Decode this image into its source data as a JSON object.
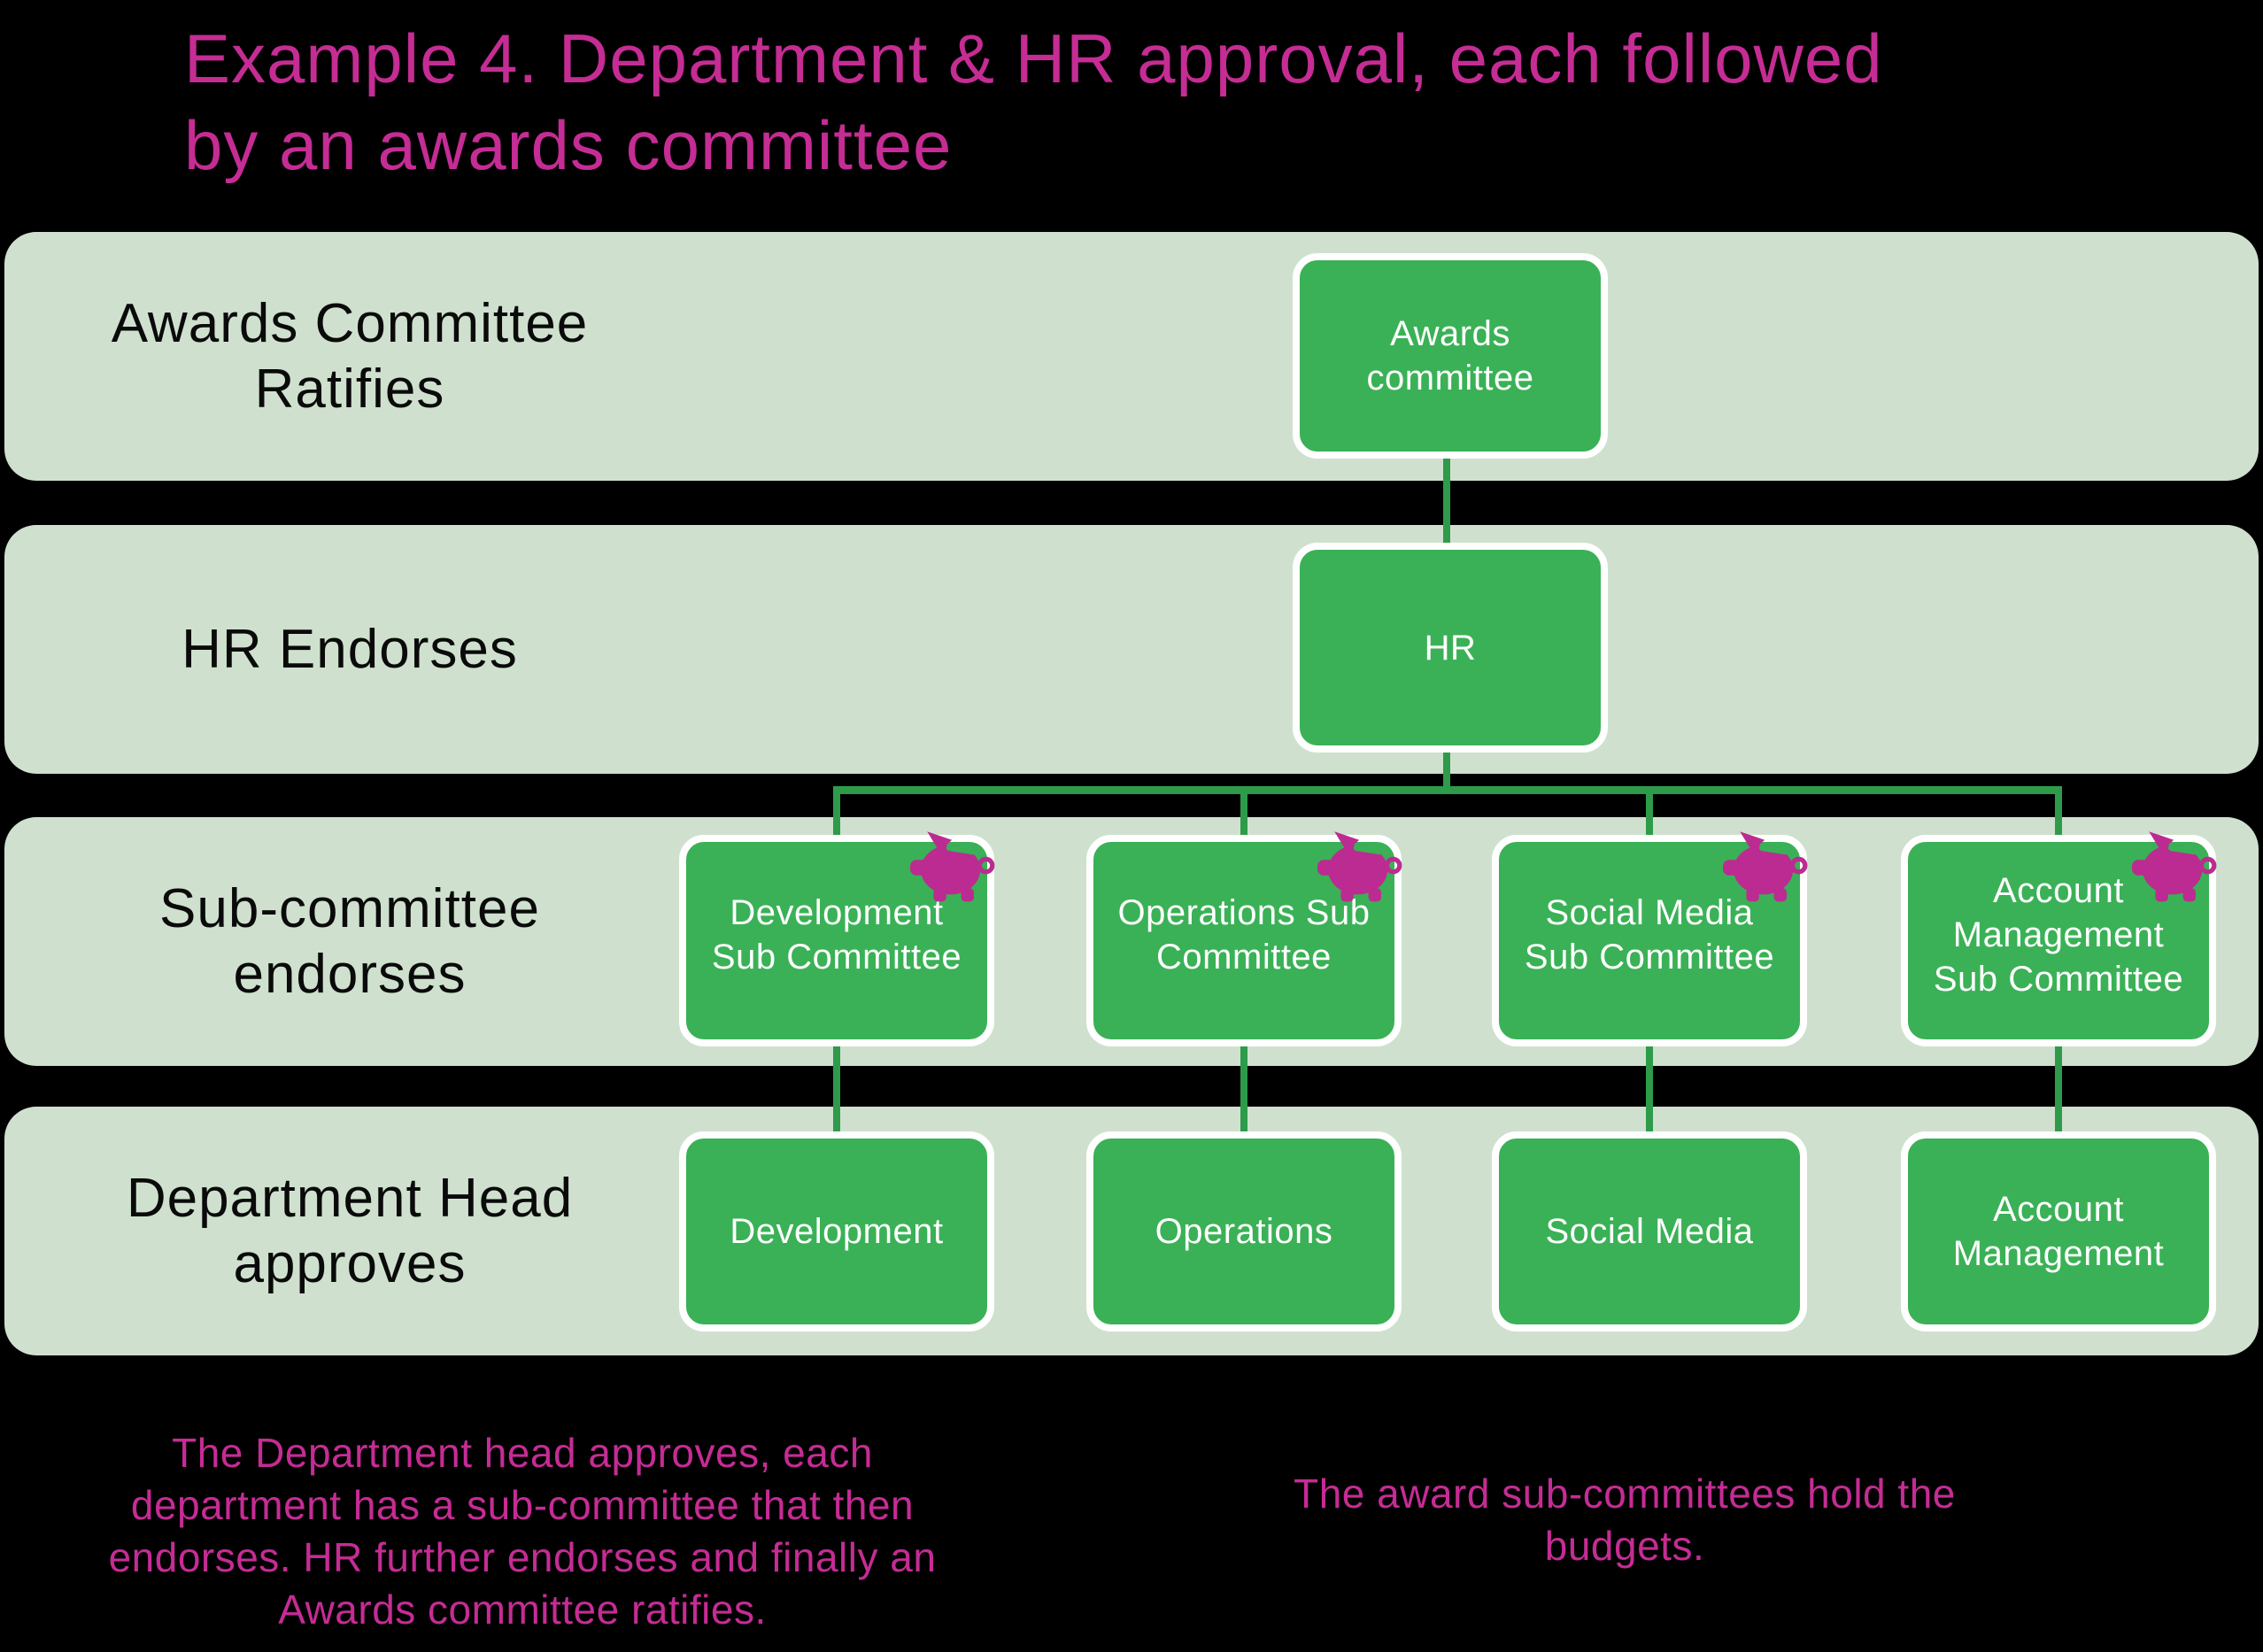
{
  "title": "Example 4. Department & HR approval, each followed\nby an awards committee",
  "colors": {
    "background": "#000000",
    "band": "#cfe1ce",
    "node-green": "#3ab156",
    "node-border": "#ffffff",
    "node-text": "#ffffff",
    "connector": "#2e9b4a",
    "label-text": "#0a0a0a",
    "magenta": "#c52c94",
    "piggy": "#bc2b91"
  },
  "rows": [
    {
      "label": "Awards Committee\nRatifies"
    },
    {
      "label": "HR Endorses"
    },
    {
      "label": "Sub-committee\nendorses"
    },
    {
      "label": "Department Head\napproves"
    }
  ],
  "nodes": {
    "awards_committee": "Awards\ncommittee",
    "hr": "HR",
    "sub_committees": [
      "Development\nSub Committee",
      "Operations Sub\nCommittee",
      "Social Media\nSub Committee",
      "Account\nManagement\nSub Committee"
    ],
    "departments": [
      "Development",
      "Operations",
      "Social Media",
      "Account\nManagement"
    ]
  },
  "icons": {
    "sub_committee_badge": "piggy-bank-icon"
  },
  "notes": {
    "left": "The Department head approves, each\ndepartment has a sub-committee that then\nendorses. HR further endorses and finally an\nAwards committee ratifies.",
    "right": "The award sub-committees hold the\nbudgets."
  }
}
